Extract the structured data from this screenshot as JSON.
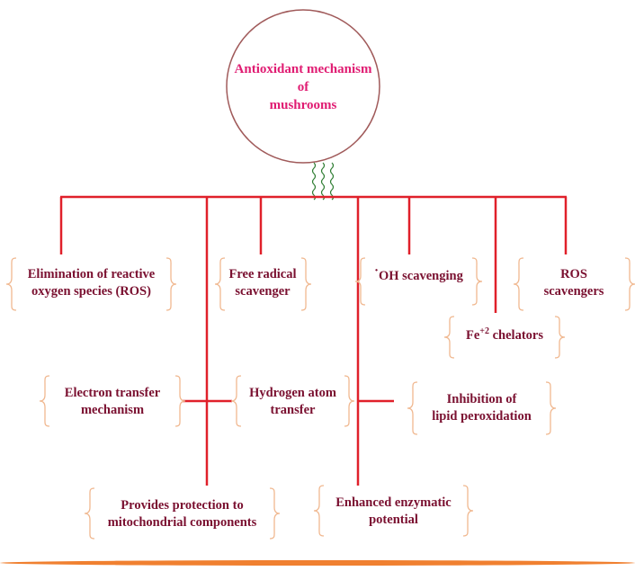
{
  "center": {
    "line1": "Antioxidant mechanism",
    "line2": "of",
    "line3": "mushrooms"
  },
  "nodes": {
    "elimination_ros": {
      "line1": "Elimination of reactive",
      "line2": "oxygen species (ROS)"
    },
    "free_radical": {
      "line1": "Free radical",
      "line2": "scavenger"
    },
    "oh_scavenging": {
      "prefix": "·",
      "text": "OH scavenging"
    },
    "ros_scavengers": {
      "line1": "ROS",
      "line2": "scavengers"
    },
    "fe_chelators": {
      "base": "Fe",
      "superscript": "+2",
      "text": " chelators"
    },
    "electron_transfer": {
      "line1": "Electron transfer",
      "line2": "mechanism"
    },
    "hydrogen_atom": {
      "line1": "Hydrogen atom",
      "line2": "transfer"
    },
    "lipid_peroxidation": {
      "line1": "Inhibition of",
      "line2": "lipid peroxidation"
    },
    "mitochondrial": {
      "line1": "Provides protection to",
      "line2": "mitochondrial components"
    },
    "enzymatic": {
      "line1": "Enhanced enzymatic",
      "line2": "potential"
    }
  },
  "colors": {
    "connector": "#e0202a",
    "brace": "#f0b890",
    "label": "#7a1030",
    "center_text": "#e01c72",
    "circle_border": "#a05a5a",
    "coil": "#2e7d32",
    "bottom_bar": "#f08030"
  }
}
